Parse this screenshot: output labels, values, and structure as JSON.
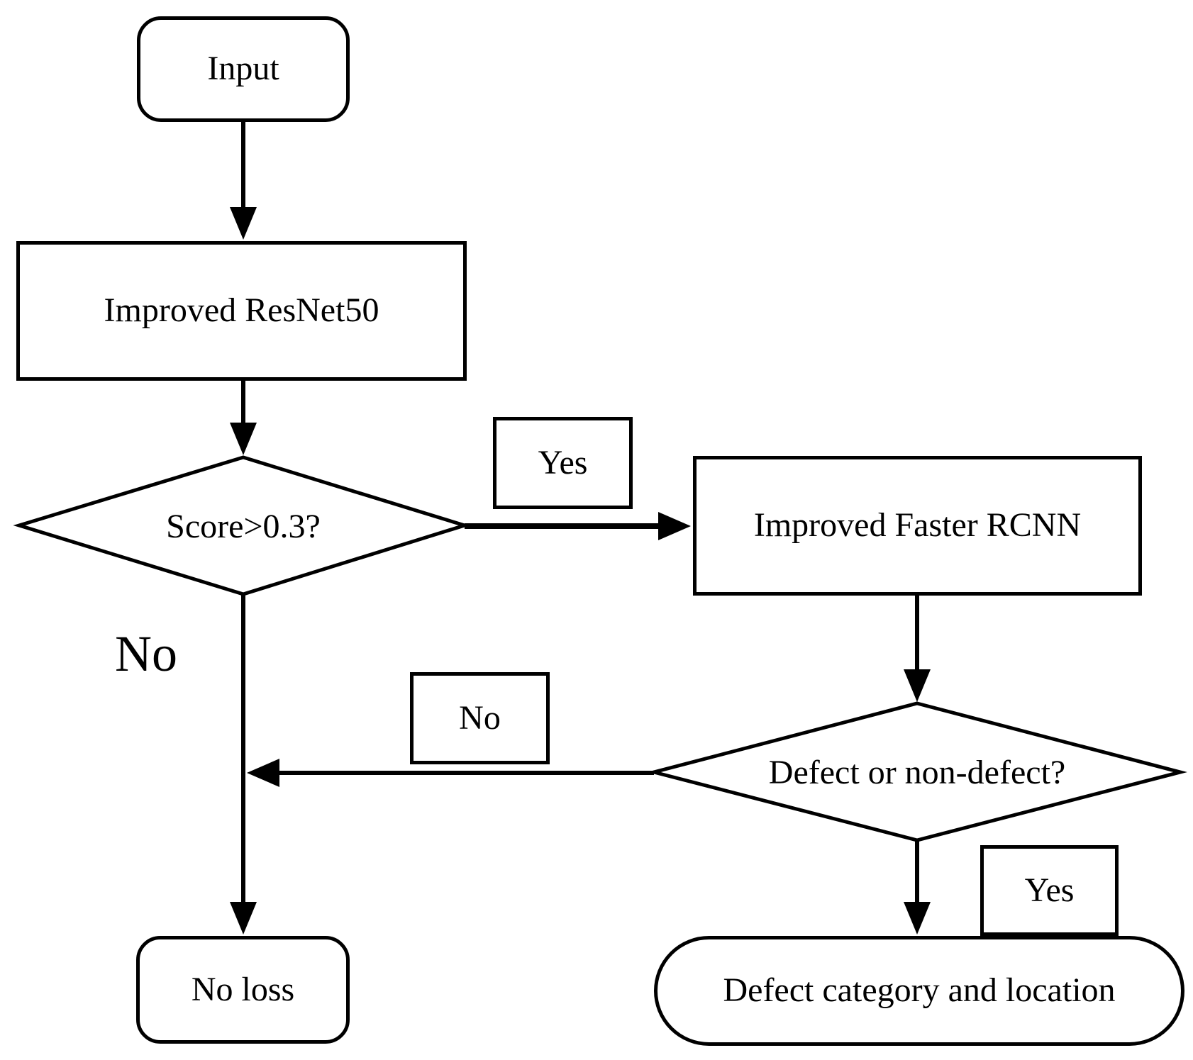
{
  "colors": {
    "stroke": "#000000",
    "node_fill": "#ffffff",
    "page_background": "#ffffff"
  },
  "nodes": {
    "input": {
      "label": "Input",
      "shape": "rounded-rect"
    },
    "improved_resnet": {
      "label": "Improved ResNet50",
      "shape": "rect"
    },
    "score_decision": {
      "label": "Score>0.3?",
      "shape": "diamond"
    },
    "yes_top": {
      "label": "Yes",
      "shape": "rect"
    },
    "improved_rcnn": {
      "label": "Improved Faster RCNN",
      "shape": "rect"
    },
    "no_branch": {
      "label": "No",
      "shape": "text"
    },
    "no_mid": {
      "label": "No",
      "shape": "rect"
    },
    "defect_decision": {
      "label": "Defect or non-defect?",
      "shape": "diamond"
    },
    "yes_bottom": {
      "label": "Yes",
      "shape": "rect"
    },
    "no_loss": {
      "label": "No loss",
      "shape": "rounded-rect"
    },
    "defect_output": {
      "label": "Defect category and location",
      "shape": "stadium"
    }
  },
  "edges": [
    {
      "from": "Input",
      "to": "Improved ResNet50",
      "label": ""
    },
    {
      "from": "Improved ResNet50",
      "to": "Score>0.3?",
      "label": ""
    },
    {
      "from": "Score>0.3?",
      "to": "Improved Faster RCNN",
      "label": "Yes"
    },
    {
      "from": "Score>0.3?",
      "to": "No loss",
      "label": "No"
    },
    {
      "from": "Improved Faster RCNN",
      "to": "Defect or non-defect?",
      "label": ""
    },
    {
      "from": "Defect or non-defect?",
      "to": "No loss",
      "label": "No"
    },
    {
      "from": "Defect or non-defect?",
      "to": "Defect category and location",
      "label": "Yes"
    }
  ]
}
